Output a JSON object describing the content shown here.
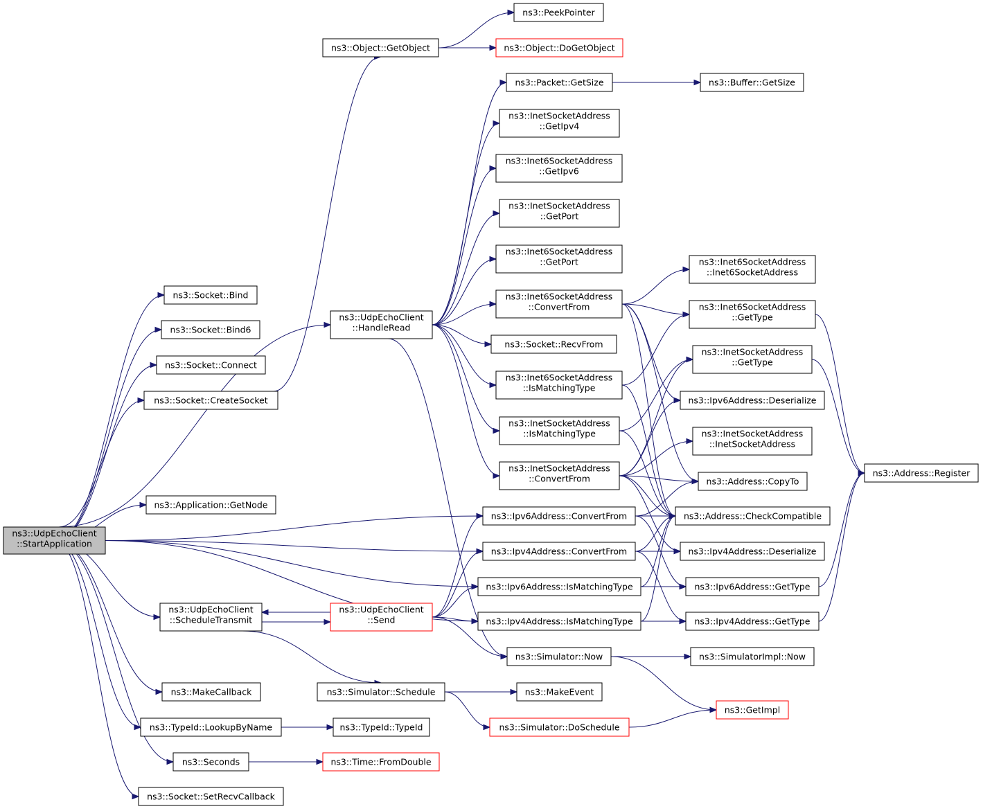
{
  "nodes": {
    "root": {
      "lines": [
        "ns3::UdpEchoClient",
        "::StartApplication"
      ],
      "kind": "root"
    },
    "bind": {
      "lines": [
        "ns3::Socket::Bind"
      ],
      "kind": "normal"
    },
    "bind6": {
      "lines": [
        "ns3::Socket::Bind6"
      ],
      "kind": "normal"
    },
    "connect": {
      "lines": [
        "ns3::Socket::Connect"
      ],
      "kind": "normal"
    },
    "createsocket": {
      "lines": [
        "ns3::Socket::CreateSocket"
      ],
      "kind": "normal"
    },
    "getobject": {
      "lines": [
        "ns3::Object::GetObject"
      ],
      "kind": "normal"
    },
    "peekpointer": {
      "lines": [
        "ns3::PeekPointer"
      ],
      "kind": "normal"
    },
    "dogetobject": {
      "lines": [
        "ns3::Object::DoGetObject"
      ],
      "kind": "truncated"
    },
    "handleread": {
      "lines": [
        "ns3::UdpEchoClient",
        "::HandleRead"
      ],
      "kind": "normal"
    },
    "packetgetsize": {
      "lines": [
        "ns3::Packet::GetSize"
      ],
      "kind": "normal"
    },
    "buffergetsize": {
      "lines": [
        "ns3::Buffer::GetSize"
      ],
      "kind": "normal"
    },
    "inetgetipv4": {
      "lines": [
        "ns3::InetSocketAddress",
        "::GetIpv4"
      ],
      "kind": "normal"
    },
    "inet6getipv6": {
      "lines": [
        "ns3::Inet6SocketAddress",
        "::GetIpv6"
      ],
      "kind": "normal"
    },
    "inetgetport": {
      "lines": [
        "ns3::InetSocketAddress",
        "::GetPort"
      ],
      "kind": "normal"
    },
    "inet6getport": {
      "lines": [
        "ns3::Inet6SocketAddress",
        "::GetPort"
      ],
      "kind": "normal"
    },
    "inet6convertfrom": {
      "lines": [
        "ns3::Inet6SocketAddress",
        "::ConvertFrom"
      ],
      "kind": "normal"
    },
    "inet6ctor": {
      "lines": [
        "ns3::Inet6SocketAddress",
        "::Inet6SocketAddress"
      ],
      "kind": "normal"
    },
    "inet6gettype": {
      "lines": [
        "ns3::Inet6SocketAddress",
        "::GetType"
      ],
      "kind": "normal"
    },
    "recvfrom": {
      "lines": [
        "ns3::Socket::RecvFrom"
      ],
      "kind": "normal"
    },
    "inetgettype": {
      "lines": [
        "ns3::InetSocketAddress",
        "::GetType"
      ],
      "kind": "normal"
    },
    "inet6ismatching": {
      "lines": [
        "ns3::Inet6SocketAddress",
        "::IsMatchingType"
      ],
      "kind": "normal"
    },
    "ipv6deserialize": {
      "lines": [
        "ns3::Ipv6Address::Deserialize"
      ],
      "kind": "normal"
    },
    "inetismatching": {
      "lines": [
        "ns3::InetSocketAddress",
        "::IsMatchingType"
      ],
      "kind": "normal"
    },
    "inetctor": {
      "lines": [
        "ns3::InetSocketAddress",
        "::InetSocketAddress"
      ],
      "kind": "normal"
    },
    "inetconvertfrom": {
      "lines": [
        "ns3::InetSocketAddress",
        "::ConvertFrom"
      ],
      "kind": "normal"
    },
    "copyto": {
      "lines": [
        "ns3::Address::CopyTo"
      ],
      "kind": "normal"
    },
    "register": {
      "lines": [
        "ns3::Address::Register"
      ],
      "kind": "normal"
    },
    "getnode": {
      "lines": [
        "ns3::Application::GetNode"
      ],
      "kind": "normal"
    },
    "ipv6convertfrom": {
      "lines": [
        "ns3::Ipv6Address::ConvertFrom"
      ],
      "kind": "normal"
    },
    "checkcompatible": {
      "lines": [
        "ns3::Address::CheckCompatible"
      ],
      "kind": "normal"
    },
    "ipv4convertfrom": {
      "lines": [
        "ns3::Ipv4Address::ConvertFrom"
      ],
      "kind": "normal"
    },
    "ipv4deserialize": {
      "lines": [
        "ns3::Ipv4Address::Deserialize"
      ],
      "kind": "normal"
    },
    "ipv6ismatching": {
      "lines": [
        "ns3::Ipv6Address::IsMatchingType"
      ],
      "kind": "normal"
    },
    "ipv6gettype": {
      "lines": [
        "ns3::Ipv6Address::GetType"
      ],
      "kind": "normal"
    },
    "scheduletransmit": {
      "lines": [
        "ns3::UdpEchoClient",
        "::ScheduleTransmit"
      ],
      "kind": "normal"
    },
    "send": {
      "lines": [
        "ns3::UdpEchoClient",
        "::Send"
      ],
      "kind": "truncated"
    },
    "ipv4ismatching": {
      "lines": [
        "ns3::Ipv4Address::IsMatchingType"
      ],
      "kind": "normal"
    },
    "ipv4gettype": {
      "lines": [
        "ns3::Ipv4Address::GetType"
      ],
      "kind": "normal"
    },
    "simnow": {
      "lines": [
        "ns3::Simulator::Now"
      ],
      "kind": "normal"
    },
    "simimplnow": {
      "lines": [
        "ns3::SimulatorImpl::Now"
      ],
      "kind": "normal"
    },
    "makecallback": {
      "lines": [
        "ns3::MakeCallback"
      ],
      "kind": "normal"
    },
    "simschedule": {
      "lines": [
        "ns3::Simulator::Schedule"
      ],
      "kind": "normal"
    },
    "makeevent": {
      "lines": [
        "ns3::MakeEvent"
      ],
      "kind": "normal"
    },
    "getimpl": {
      "lines": [
        "ns3::GetImpl"
      ],
      "kind": "truncated"
    },
    "lookupbyname": {
      "lines": [
        "ns3::TypeId::LookupByName"
      ],
      "kind": "normal"
    },
    "typeidctor": {
      "lines": [
        "ns3::TypeId::TypeId"
      ],
      "kind": "normal"
    },
    "dosimschedule": {
      "lines": [
        "ns3::Simulator::DoSchedule"
      ],
      "kind": "truncated"
    },
    "seconds": {
      "lines": [
        "ns3::Seconds"
      ],
      "kind": "normal"
    },
    "fromdouble": {
      "lines": [
        "ns3::Time::FromDouble"
      ],
      "kind": "truncated"
    },
    "setrecvcallback": {
      "lines": [
        "ns3::Socket::SetRecvCallback"
      ],
      "kind": "normal"
    }
  },
  "edges": [
    [
      "root",
      "bind"
    ],
    [
      "root",
      "bind6"
    ],
    [
      "root",
      "connect"
    ],
    [
      "root",
      "createsocket"
    ],
    [
      "root",
      "handleread"
    ],
    [
      "root",
      "getnode"
    ],
    [
      "root",
      "ipv6convertfrom"
    ],
    [
      "root",
      "ipv4convertfrom"
    ],
    [
      "root",
      "ipv6ismatching"
    ],
    [
      "root",
      "scheduletransmit"
    ],
    [
      "root",
      "ipv4ismatching"
    ],
    [
      "root",
      "makecallback"
    ],
    [
      "root",
      "lookupbyname"
    ],
    [
      "root",
      "seconds"
    ],
    [
      "root",
      "setrecvcallback"
    ],
    [
      "createsocket",
      "getobject"
    ],
    [
      "getobject",
      "peekpointer"
    ],
    [
      "getobject",
      "dogetobject"
    ],
    [
      "handleread",
      "packetgetsize"
    ],
    [
      "handleread",
      "inetgetipv4"
    ],
    [
      "handleread",
      "inet6getipv6"
    ],
    [
      "handleread",
      "inetgetport"
    ],
    [
      "handleread",
      "inet6getport"
    ],
    [
      "handleread",
      "inet6convertfrom"
    ],
    [
      "handleread",
      "recvfrom"
    ],
    [
      "handleread",
      "inet6ismatching"
    ],
    [
      "handleread",
      "inetismatching"
    ],
    [
      "handleread",
      "inetconvertfrom"
    ],
    [
      "handleread",
      "simnow"
    ],
    [
      "packetgetsize",
      "buffergetsize"
    ],
    [
      "inet6convertfrom",
      "inet6ctor"
    ],
    [
      "inet6convertfrom",
      "inet6gettype"
    ],
    [
      "inet6convertfrom",
      "ipv6deserialize"
    ],
    [
      "inet6convertfrom",
      "copyto"
    ],
    [
      "inet6convertfrom",
      "checkcompatible"
    ],
    [
      "inet6ismatching",
      "inet6gettype"
    ],
    [
      "inet6ismatching",
      "checkcompatible"
    ],
    [
      "inetismatching",
      "inetgettype"
    ],
    [
      "inetismatching",
      "checkcompatible"
    ],
    [
      "inetconvertfrom",
      "inetgettype"
    ],
    [
      "inetconvertfrom",
      "ipv6deserialize"
    ],
    [
      "inetconvertfrom",
      "inetctor"
    ],
    [
      "inetconvertfrom",
      "copyto"
    ],
    [
      "inetconvertfrom",
      "checkcompatible"
    ],
    [
      "inetconvertfrom",
      "ipv4deserialize"
    ],
    [
      "inet6gettype",
      "register"
    ],
    [
      "inetgettype",
      "register"
    ],
    [
      "ipv6gettype",
      "register"
    ],
    [
      "ipv4gettype",
      "register"
    ],
    [
      "ipv6convertfrom",
      "copyto"
    ],
    [
      "ipv6convertfrom",
      "checkcompatible"
    ],
    [
      "ipv6convertfrom",
      "ipv6gettype"
    ],
    [
      "ipv4convertfrom",
      "checkcompatible"
    ],
    [
      "ipv4convertfrom",
      "ipv4deserialize"
    ],
    [
      "ipv4convertfrom",
      "ipv4gettype"
    ],
    [
      "ipv6ismatching",
      "checkcompatible"
    ],
    [
      "ipv6ismatching",
      "ipv6gettype"
    ],
    [
      "ipv4ismatching",
      "checkcompatible"
    ],
    [
      "ipv4ismatching",
      "ipv4gettype"
    ],
    [
      "scheduletransmit",
      "send"
    ],
    [
      "scheduletransmit",
      "simschedule"
    ],
    [
      "send",
      "scheduletransmit"
    ],
    [
      "send",
      "ipv6convertfrom"
    ],
    [
      "send",
      "ipv4convertfrom"
    ],
    [
      "send",
      "ipv6ismatching"
    ],
    [
      "send",
      "ipv4ismatching"
    ],
    [
      "send",
      "simnow"
    ],
    [
      "simnow",
      "simimplnow"
    ],
    [
      "simnow",
      "getimpl"
    ],
    [
      "simschedule",
      "makeevent"
    ],
    [
      "simschedule",
      "dosimschedule"
    ],
    [
      "dosimschedule",
      "getimpl"
    ],
    [
      "lookupbyname",
      "typeidctor"
    ],
    [
      "seconds",
      "fromdouble"
    ]
  ]
}
